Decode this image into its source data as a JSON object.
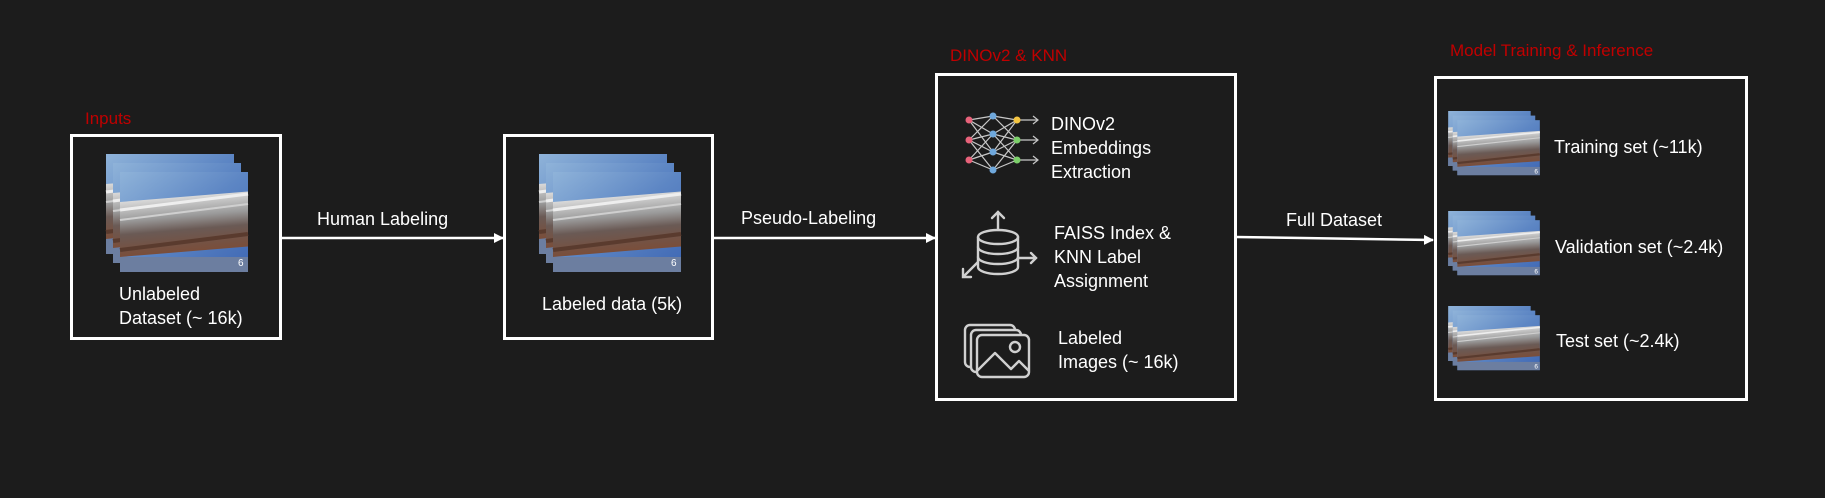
{
  "colors": {
    "background": "#1c1c1c",
    "foreground": "#ffffff",
    "section_title": "#c00000"
  },
  "inputs": {
    "title": "Inputs",
    "caption": "Unlabeled\nDataset (~ 16k)",
    "thumb_badge": "6",
    "icon": "image-stack-icon"
  },
  "labeled": {
    "caption": "Labeled data (5k)",
    "thumb_badge": "6",
    "icon": "image-stack-icon"
  },
  "edges": {
    "human_labeling": "Human Labeling",
    "pseudo_labeling": "Pseudo-Labeling",
    "full_dataset": "Full Dataset"
  },
  "dino_knn": {
    "title": "DINOv2 & KNN",
    "items": [
      {
        "label": "DINOv2\nEmbeddings\nExtraction",
        "icon": "neural-network-icon"
      },
      {
        "label": "FAISS Index &\nKNN Label\nAssignment",
        "icon": "database-icon"
      },
      {
        "label": "Labeled\nImages (~ 16k)",
        "icon": "images-stack-icon"
      }
    ]
  },
  "training": {
    "title": "Model Training & Inference",
    "items": [
      {
        "label": "Training set (~11k)",
        "icon": "image-stack-icon",
        "badge": "6"
      },
      {
        "label": "Validation set (~2.4k)",
        "icon": "image-stack-icon",
        "badge": "6"
      },
      {
        "label": "Test set (~2.4k)",
        "icon": "image-stack-icon",
        "badge": "6"
      }
    ]
  }
}
